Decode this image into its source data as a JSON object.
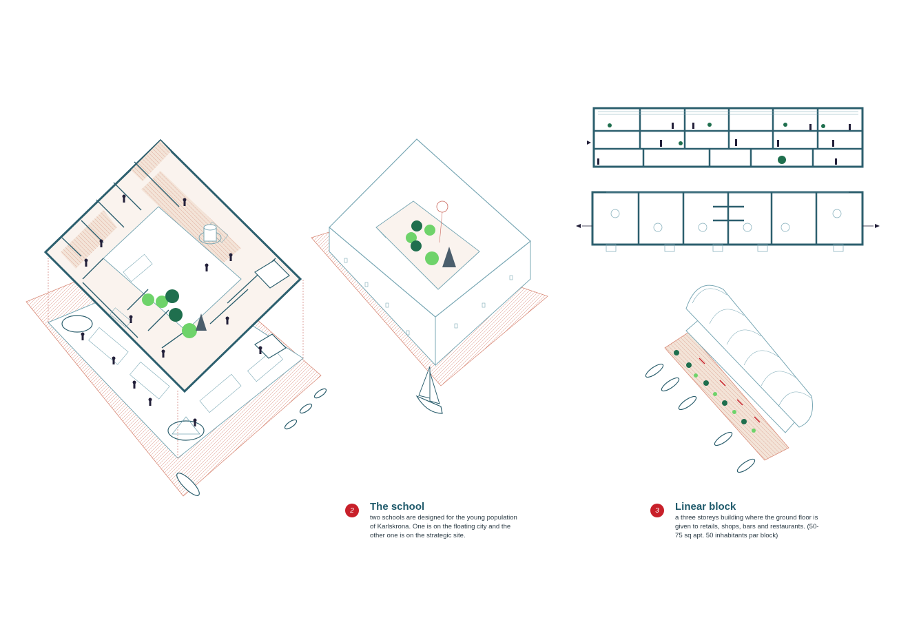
{
  "colors": {
    "outline": "#2c5f6e",
    "thin_line": "#7aa8b5",
    "deck_fill": "#f3e4d8",
    "deck_line": "#d98a78",
    "tree_bright": "#6ed36a",
    "tree_dark": "#1f6f4e",
    "tree_grey": "#4b5e6c",
    "people": "#23203a",
    "accent_red": "#c8202a",
    "caption_title": "#1f5a6b",
    "caption_text": "#2a3a44"
  },
  "captions": [
    {
      "number": "2",
      "title": "The school",
      "body": "two schools are designed for the young population of Karlskrona. One is on the floating city and the other one is on the strategic site."
    },
    {
      "number": "3",
      "title": "Linear block",
      "body": "a three storeys building where the ground floor is given to retails, shops, bars and restaurants. (50-75 sq apt. 50 inhabitants par block)"
    }
  ]
}
